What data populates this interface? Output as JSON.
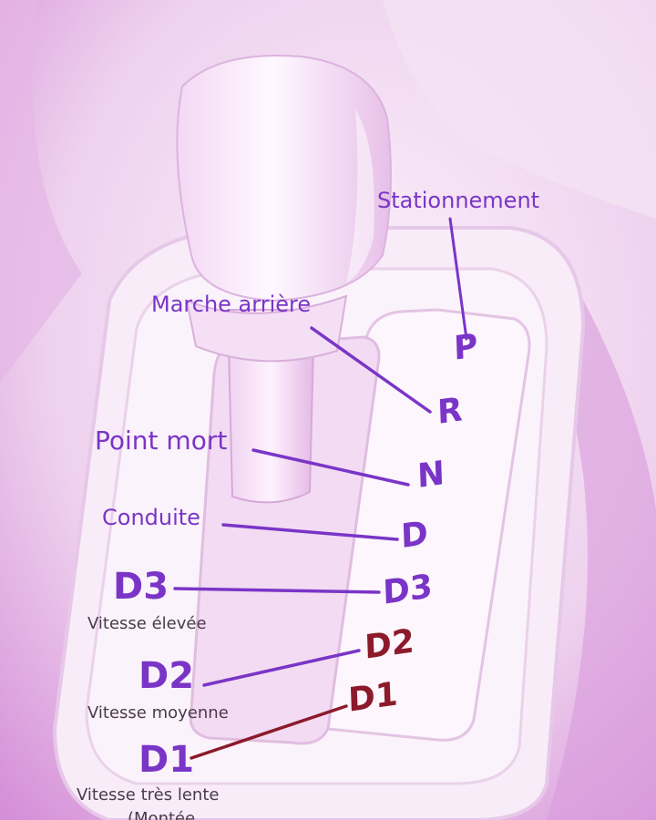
{
  "gears": [
    {
      "key": "P",
      "label": "P",
      "color": "#7a35c7"
    },
    {
      "key": "R",
      "label": "R",
      "color": "#7a35c7"
    },
    {
      "key": "N",
      "label": "N",
      "color": "#7a35c7"
    },
    {
      "key": "D",
      "label": "D",
      "color": "#7a35c7"
    },
    {
      "key": "D3",
      "label": "D3",
      "color": "#7a35c7"
    },
    {
      "key": "D2",
      "label": "D2",
      "color": "#8c1a2a"
    },
    {
      "key": "D1",
      "label": "D1",
      "color": "#8c1a2a"
    }
  ],
  "labels": {
    "parking": "Stationnement",
    "reverse": "Marche arrière",
    "neutral": "Point mort",
    "drive": "Conduite",
    "d3_code": "D3",
    "d3_desc": "Vitesse élevée",
    "d2_code": "D2",
    "d2_desc": "Vitesse moyenne",
    "d1_code": "D1",
    "d1_desc": "Vitesse très lente",
    "d1_desc_cont": "(Montée"
  },
  "colors": {
    "accent": "#7a35c7",
    "low_gear": "#8c1a2a",
    "background": "#f6e6f6"
  }
}
